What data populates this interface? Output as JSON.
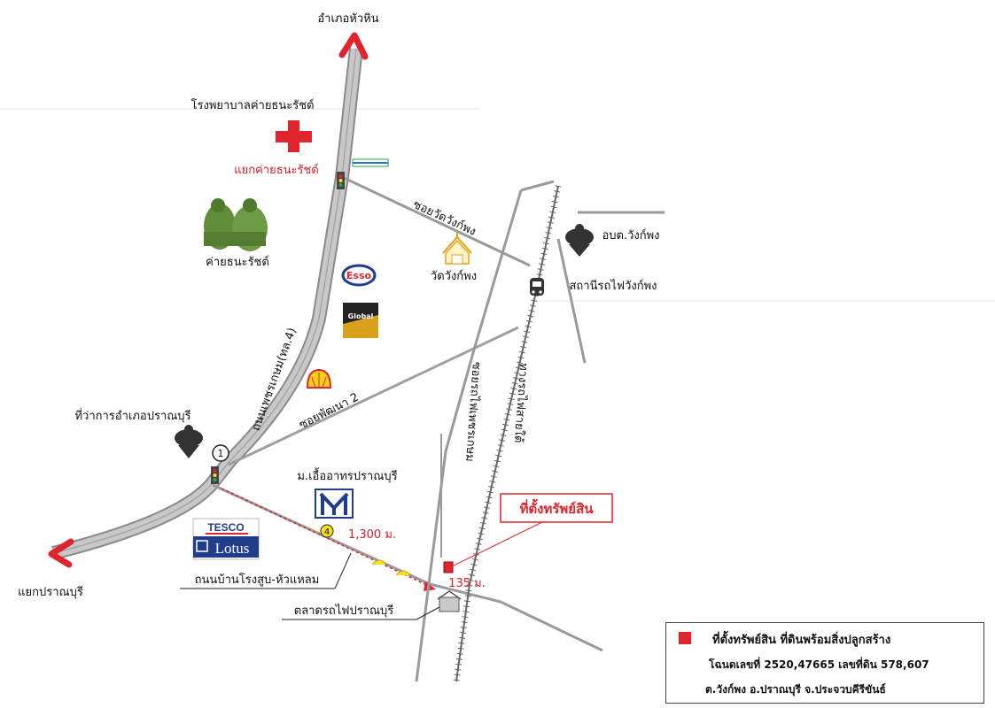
{
  "labels": {
    "north_dest": "อำเภอหัวหิน",
    "hospital": "โรงพยาบาลค่ายธนะรัชต์",
    "camp_junction": "แยกค่ายธนะรัชต์",
    "camp": "ค่ายธนะรัชต์",
    "wat_road": "ซอยวัดวังก์พง",
    "wat": "วัดวังก์พง",
    "subdistrict_office": "อบต.วังก์พง",
    "station": "สถานีรถไฟวังก์พง",
    "highway": "ถนนเพชรเกษม(ทล.4)",
    "soi_pattana": "ซอยพัฒนา 2",
    "district_office": "ที่ว่าการอำเภอปราณบุรี",
    "university": "ม.เอื้ออาทรปราณบุรี",
    "distance_1": "1,300 ม.",
    "distance_2": "135 ม.",
    "road_south": "ถนนบ้านโรงสูบ-หัวแหลม",
    "market": "ตลาดรถไฟปราณบุรี",
    "west_dest": "แยกปราณบุรี",
    "local_road": "ซอยรถไฟเพชรเกษม",
    "railway": "ทางรถไฟสายใต้",
    "property_callout": "ที่ตั้งทรัพย์สิน",
    "route_1": "1",
    "route_4": "4",
    "esso_logo": "Esso",
    "global_logo": "Global",
    "tesco_logo": "TESCO",
    "lotus_logo": "Lotus"
  },
  "legend": {
    "line1": "ที่ตั้งทรัพย์สิน ที่ดินพร้อมสิ่งปลูกสร้าง",
    "line2": "โฉนดเลขที่ 2520,47665 เลขที่ดิน 578,607",
    "line3": "ต.วังก์พง อ.ปราณบุรี จ.ประจวบคีรีขันธ์"
  },
  "colors": {
    "highway": "#b4b4b4",
    "road": "#9a9a9a",
    "accent_red": "#e0242c",
    "route_marker": "#f5e11a"
  }
}
